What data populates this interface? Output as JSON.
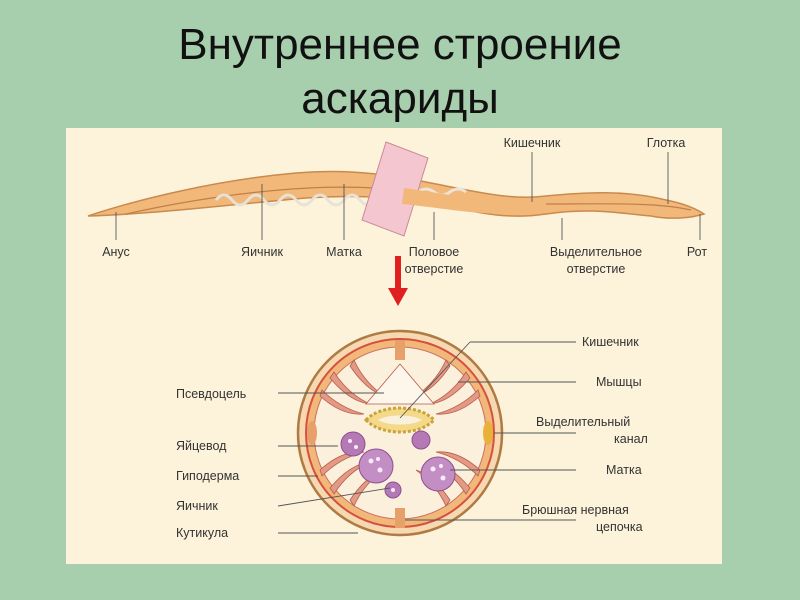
{
  "slide": {
    "title_line1": "Внутреннее строение",
    "title_line2": "аскариды"
  },
  "longitudinal": {
    "anus": "Анус",
    "ovary": "Яичник",
    "uterus": "Матка",
    "genital_opening_line1": "Половое",
    "genital_opening_line2": "отверстие",
    "excretory_opening_line1": "Выделительное",
    "excretory_opening_line2": "отверстие",
    "mouth": "Рот",
    "intestine": "Кишечник",
    "pharynx": "Глотка"
  },
  "cross_section": {
    "pseudocoel": "Псевдоцель",
    "oviduct": "Яйцевод",
    "hypodermis": "Гиподерма",
    "ovary": "Яичник",
    "cuticle": "Кутикула",
    "intestine": "Кишечник",
    "muscles": "Мышцы",
    "excretory_canal_line1": "Выделительный",
    "excretory_canal_line2": "канал",
    "uterus": "Матка",
    "nerve_cord_line1": "Брюшная нервная",
    "nerve_cord_line2": "цепочка"
  },
  "colors": {
    "background": "#a8cfad",
    "panel": "#fcf3da",
    "arrow": "#e02020",
    "body": "#f2b87a",
    "muscle": "#e29a86",
    "egg": "#b57ab6"
  }
}
